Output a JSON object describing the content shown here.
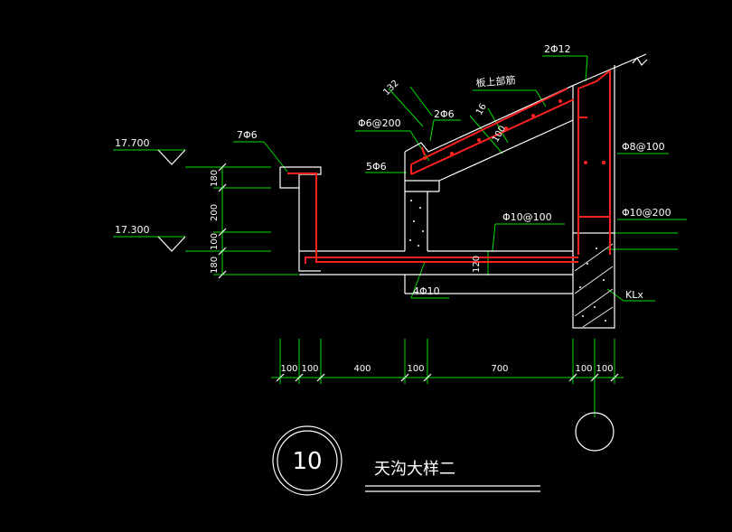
{
  "drawing": {
    "title": "天沟大样二",
    "detail_number": "10"
  },
  "elevations": {
    "top": "17.700",
    "bottom": "17.300"
  },
  "rebar_labels": {
    "top_right": "2Φ12",
    "slab_top": "板上部筋",
    "dim_132": "132",
    "phi6_200": "Φ6@200",
    "two_phi6": "2Φ6",
    "seven_phi6": "7Φ6",
    "five_phi6": "5Φ6",
    "phi8_100": "Φ8@100",
    "phi10_100": "Φ10@100",
    "phi10_200": "Φ10@200",
    "four_phi10": "4Φ10",
    "beam": "KLx",
    "slab_thk": "120",
    "slope_small_1": "16",
    "slope_small_2": "100"
  },
  "vertical_dims": [
    "180",
    "200",
    "100",
    "180"
  ],
  "horizontal_dims": [
    "100",
    "100",
    "400",
    "100",
    "700",
    "100",
    "100"
  ],
  "colors": {
    "background": "#000000",
    "concrete": "#ffffff",
    "rebar": "#ff2020",
    "dimension": "#00e000",
    "hatch": "#ffffff"
  }
}
